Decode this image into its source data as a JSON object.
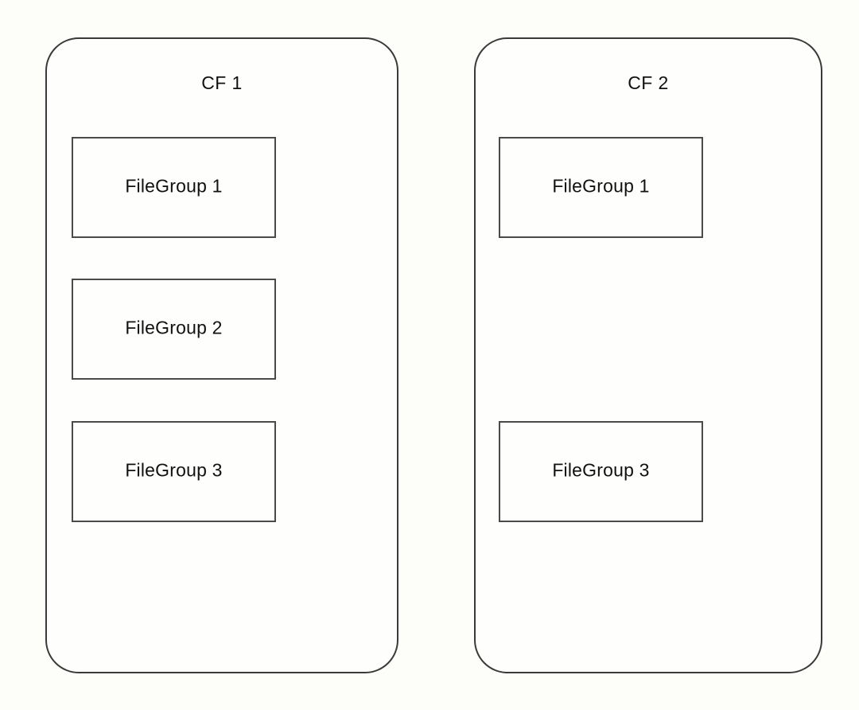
{
  "diagram": {
    "title": "",
    "background_color": "#fdfdfa",
    "border_color": "#3a3a3a",
    "box_border_color": "#4a4a4a",
    "text_color": "#111111",
    "containers": [
      {
        "id": "cf-1",
        "label": "CF 1",
        "filegroups": [
          {
            "label": "FileGroup 1",
            "present": true
          },
          {
            "label": "FileGroup 2",
            "present": true
          },
          {
            "label": "FileGroup 3",
            "present": true
          }
        ]
      },
      {
        "id": "cf-2",
        "label": "CF 2",
        "filegroups": [
          {
            "label": "FileGroup 1",
            "present": true
          },
          {
            "label": "",
            "present": false
          },
          {
            "label": "FileGroup 3",
            "present": true
          }
        ]
      }
    ]
  }
}
